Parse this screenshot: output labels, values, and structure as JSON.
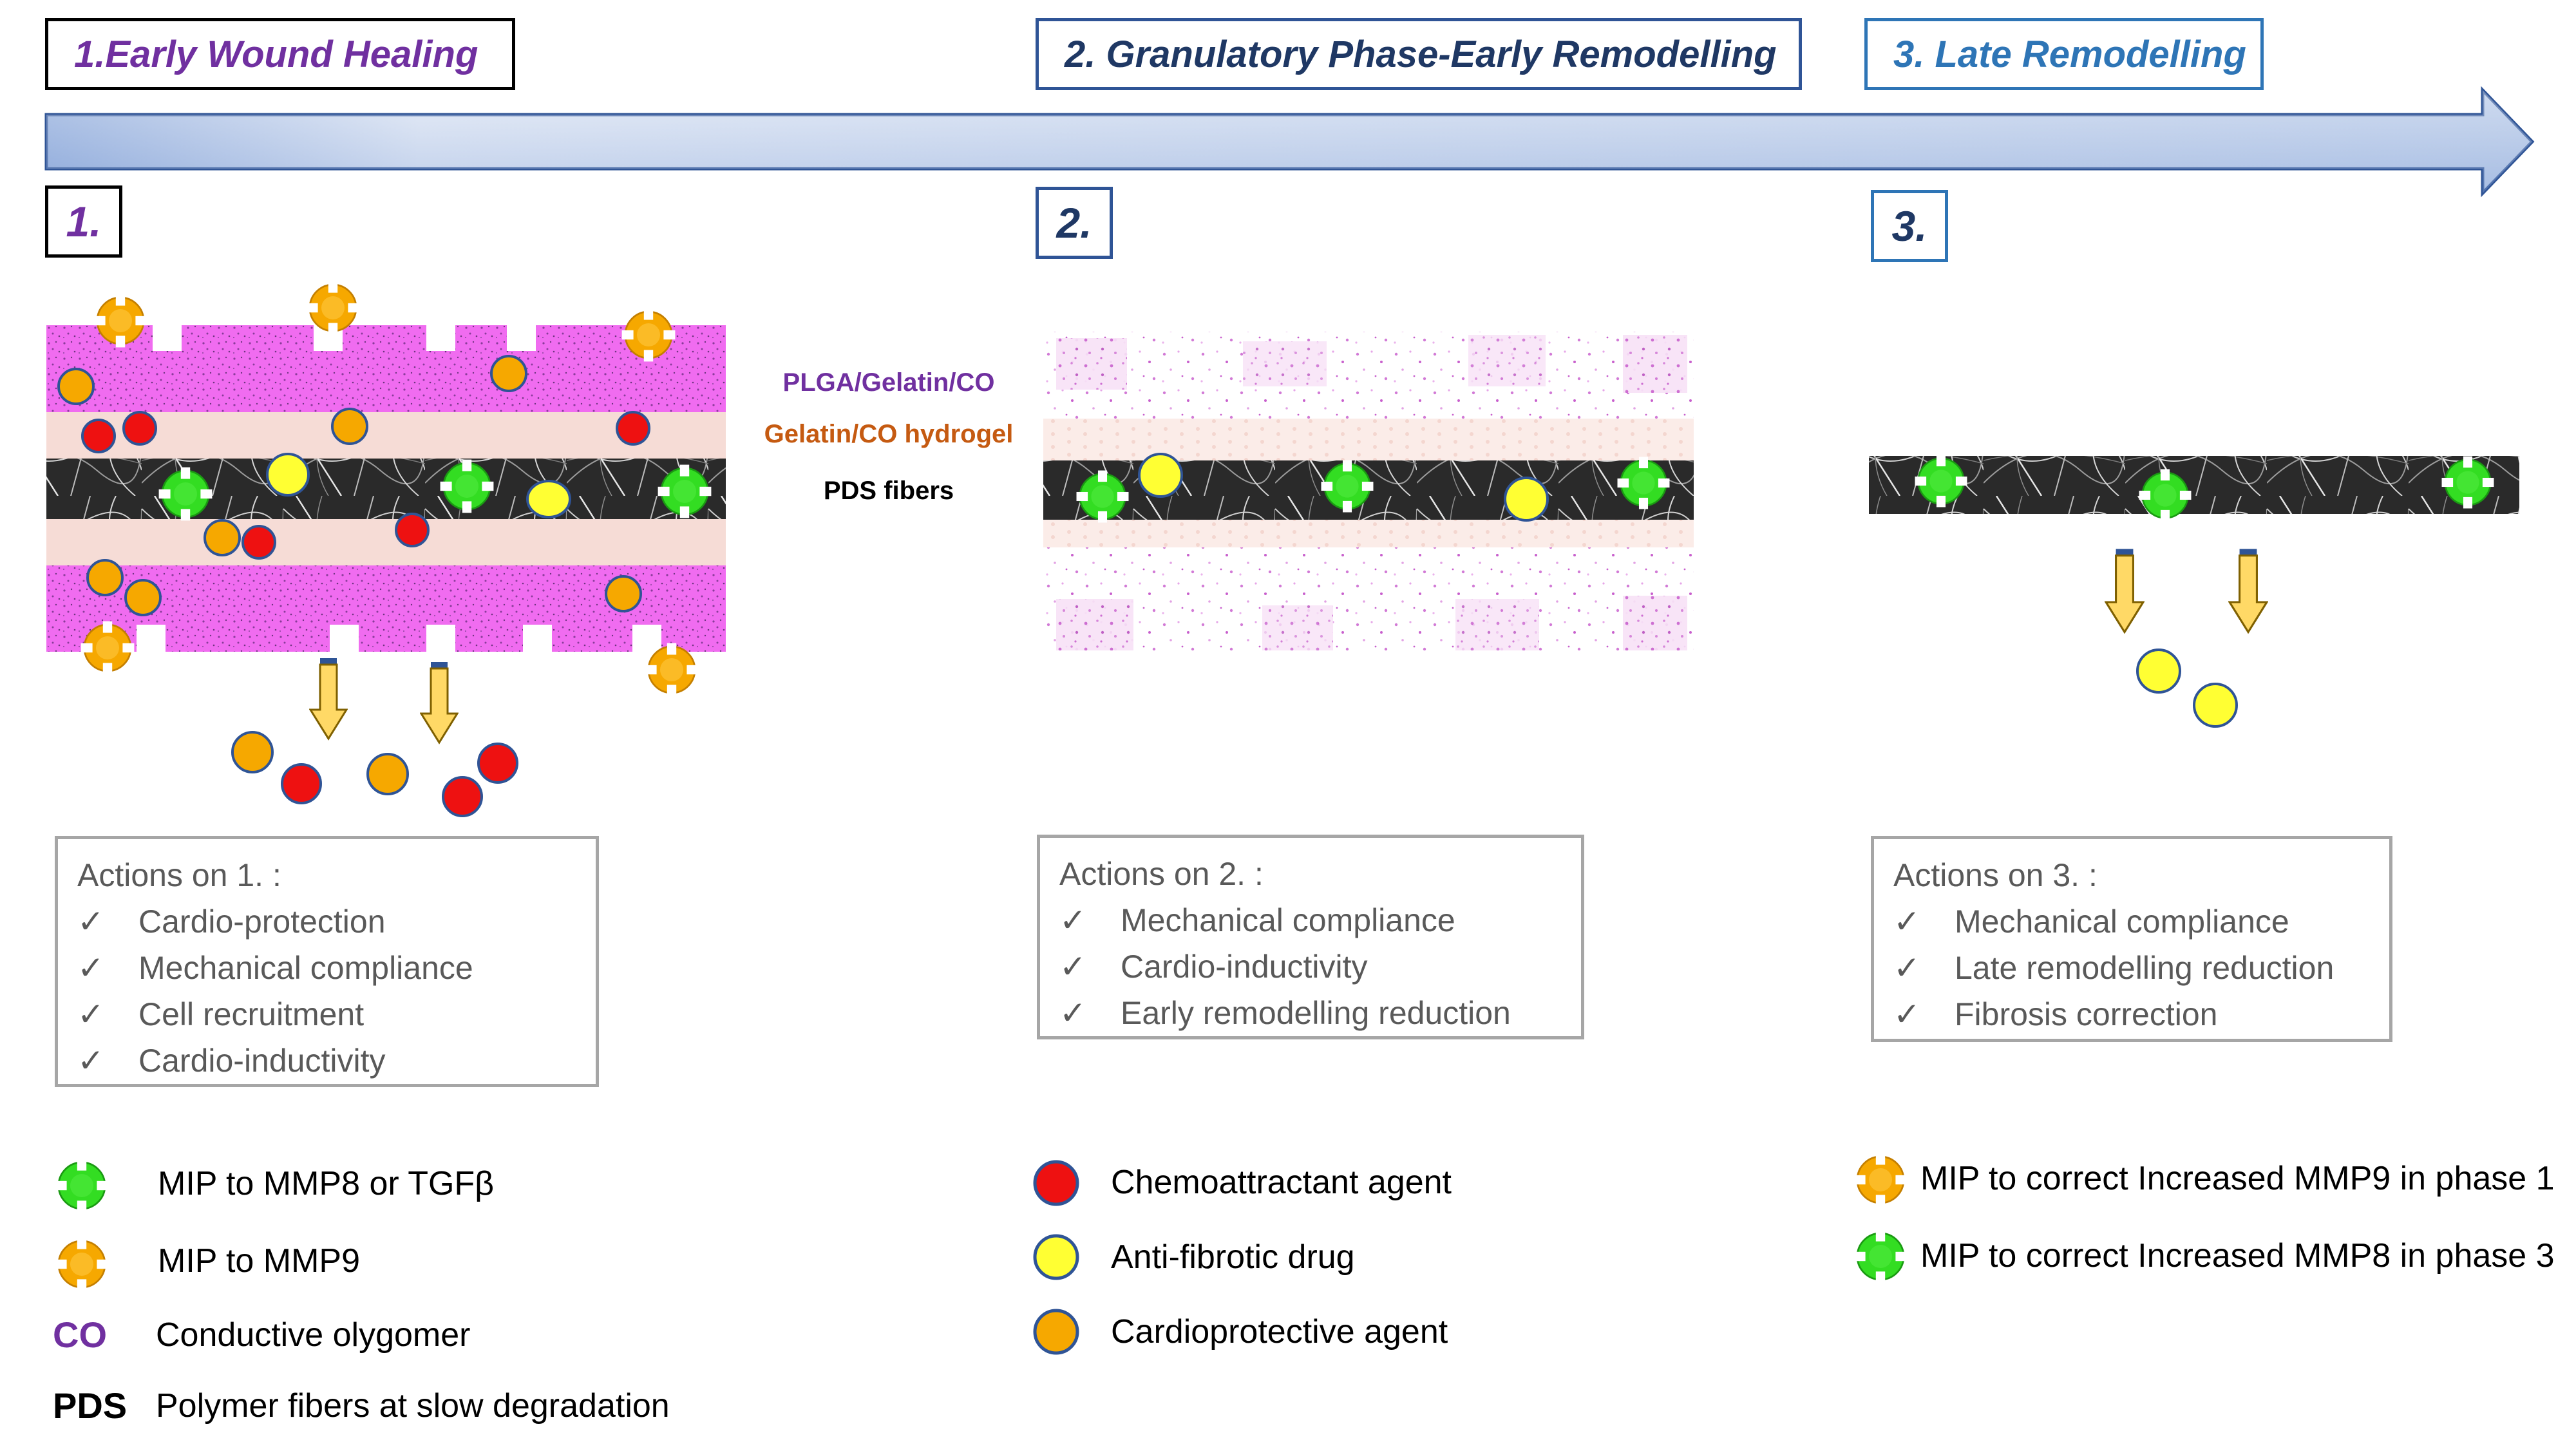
{
  "phases": [
    {
      "label": "1.Early Wound Healing",
      "color": "#7030a0",
      "border": "#000000"
    },
    {
      "label": "2. Granulatory Phase-Early Remodelling",
      "color": "#1f3864",
      "border": "#2f5496"
    },
    {
      "label": "3. Late Remodelling",
      "color": "#2e75b6",
      "border": "#2e75b6"
    }
  ],
  "stage_numbers": [
    {
      "label": "1.",
      "color": "#7030a0"
    },
    {
      "label": "2.",
      "color": "#1f3864"
    },
    {
      "label": "3.",
      "color": "#1f3864"
    }
  ],
  "layer_labels": {
    "plga": {
      "text": "PLGA/Gelatin/CO",
      "color": "#7030a0"
    },
    "hydrogel": {
      "text": "Gelatin/CO hydrogel",
      "color": "#c55a11"
    },
    "pds": {
      "text": "PDS fibers",
      "color": "#000000"
    }
  },
  "actions": [
    {
      "title": "Actions on 1. :",
      "items": [
        "Cardio-protection",
        "Mechanical compliance",
        "Cell recruitment",
        "Cardio-inductivity"
      ]
    },
    {
      "title": "Actions on 2. :",
      "items": [
        "Mechanical compliance",
        "Cardio-inductivity",
        "Early remodelling reduction"
      ]
    },
    {
      "title": "Actions on 3. :",
      "items": [
        "Mechanical compliance",
        "Late remodelling reduction",
        "Fibrosis correction"
      ]
    }
  ],
  "check_glyph": "✓",
  "legend": {
    "mip_mmp8": "MIP to MMP8 or TGFβ",
    "mip_mmp9": "MIP to MMP9",
    "co_abbr": "CO",
    "co_text": "Conductive olygomer",
    "pds_abbr": "PDS",
    "pds_text": "Polymer fibers at slow degradation",
    "chemo": "Chemoattractant agent",
    "antifib": "Anti-fibrotic drug",
    "cardio": "Cardioprotective agent",
    "mip_phase1": "MIP to correct Increased MMP9 in phase 1",
    "mip_phase3": "MIP to correct Increased MMP8 in phase 3"
  },
  "icons": {
    "mip_mmp8": "green-mip-icon",
    "mip_mmp9": "orange-mip-icon",
    "chemo": "red-circle-icon",
    "antifib": "yellow-circle-icon",
    "cardio": "orange-circle-icon"
  },
  "colors": {
    "magenta": "#f06cf0",
    "pink": "#f6dcd6",
    "red": "#ee1111",
    "yellow": "#ffff33",
    "orange": "#f6a800",
    "green": "#33dd22",
    "arrow_fill": "#ffd966",
    "timeline": "#b4c7e7"
  }
}
